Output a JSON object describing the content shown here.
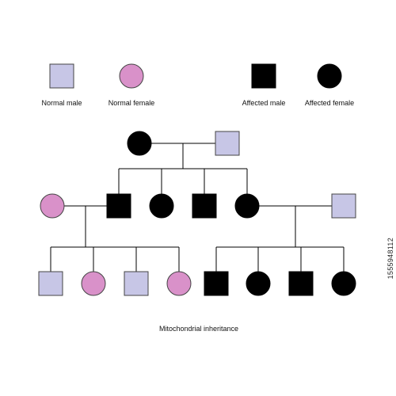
{
  "legend": {
    "normal_male": "Normal male",
    "normal_female": "Normal female",
    "affected_male": "Affected male",
    "affected_female": "Affected female"
  },
  "caption": "Mitochondrial inheritance",
  "side_id": "1555948112",
  "colors": {
    "normal_male": "#c7c6e6",
    "normal_female": "#d991c9",
    "affected": "#000000",
    "line": "#000000",
    "stroke": "#444444"
  },
  "pedigree": {
    "generations": [
      {
        "members": [
          {
            "id": "g1a",
            "sex": "female",
            "affected": true
          },
          {
            "id": "g1b",
            "sex": "male",
            "affected": false
          }
        ]
      },
      {
        "members": [
          {
            "id": "g2a",
            "sex": "female",
            "affected": false,
            "role": "spouse"
          },
          {
            "id": "g2b",
            "sex": "male",
            "affected": true
          },
          {
            "id": "g2c",
            "sex": "female",
            "affected": true
          },
          {
            "id": "g2d",
            "sex": "male",
            "affected": true
          },
          {
            "id": "g2e",
            "sex": "female",
            "affected": true
          },
          {
            "id": "g2f",
            "sex": "male",
            "affected": false,
            "role": "spouse"
          }
        ]
      },
      {
        "members": [
          {
            "id": "g3a",
            "sex": "male",
            "affected": false
          },
          {
            "id": "g3b",
            "sex": "female",
            "affected": false
          },
          {
            "id": "g3c",
            "sex": "male",
            "affected": false
          },
          {
            "id": "g3d",
            "sex": "female",
            "affected": false
          },
          {
            "id": "g3e",
            "sex": "male",
            "affected": true
          },
          {
            "id": "g3f",
            "sex": "female",
            "affected": true
          },
          {
            "id": "g3g",
            "sex": "male",
            "affected": true
          },
          {
            "id": "g3h",
            "sex": "female",
            "affected": true
          }
        ]
      }
    ]
  }
}
